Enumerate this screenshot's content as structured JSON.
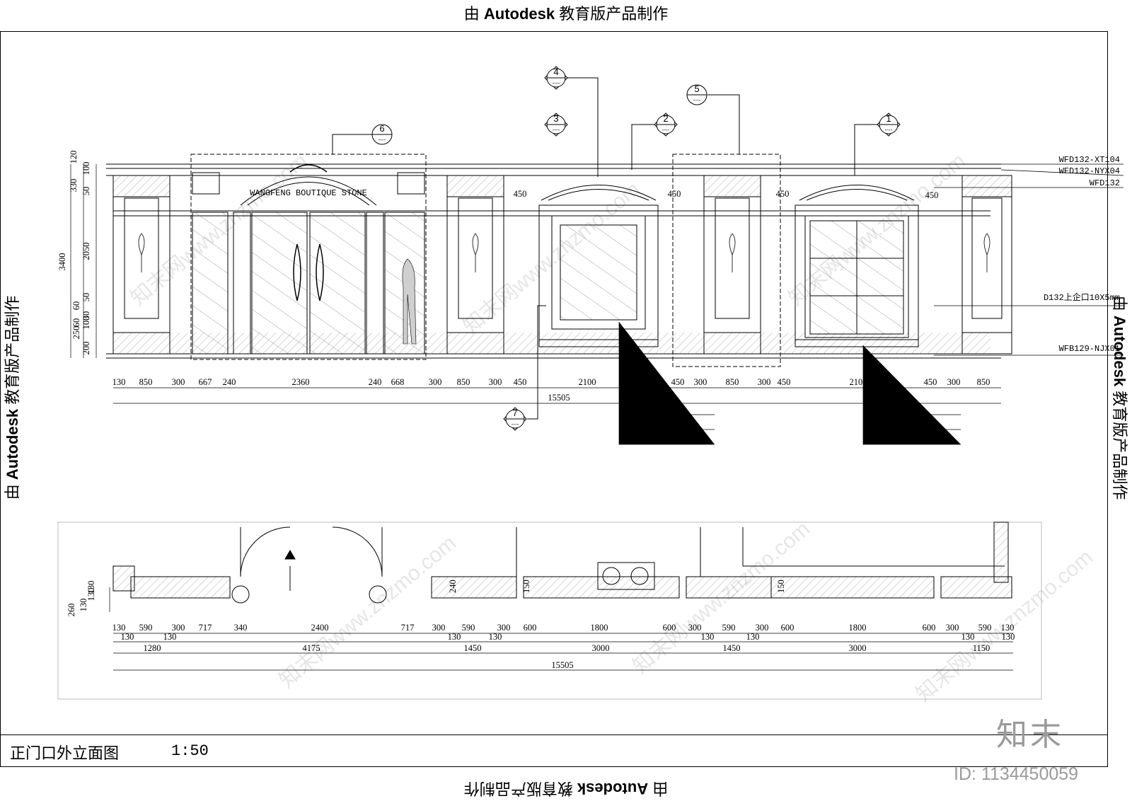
{
  "stamps": {
    "prefix": "由",
    "brand": "Autodesk",
    "suffix": "教育版产品制作"
  },
  "title_block": {
    "title": "正门口外立面图",
    "scale": "1:50"
  },
  "logo": {
    "name": "知末",
    "id": "ID: 1134450059"
  },
  "watermark": "知末网www.znzmo.com",
  "elevation": {
    "sign_text": "WANGFENG BOUTIQUE STONE",
    "callouts": [
      "6",
      "4",
      "3",
      "2",
      "5",
      "1",
      "7"
    ],
    "callout_sub": "----",
    "material_labels": [
      "WFD132-XT104",
      "WFD132-NYX04",
      "WFD132",
      "D132上企口10X5mm",
      "WFB129-NJX01"
    ],
    "left_dims": [
      "120",
      "100",
      "330",
      "50",
      "2050",
      "3400",
      "50",
      "60",
      "30",
      "60",
      "100",
      "250",
      "200"
    ],
    "arch_dims": [
      "450",
      "450",
      "450",
      "450"
    ],
    "bottom_dims": [
      "130",
      "850",
      "300",
      "667",
      "240",
      "2360",
      "240",
      "668",
      "300",
      "850",
      "300",
      "450",
      "2100",
      "450",
      "300",
      "850",
      "300",
      "450",
      "2100",
      "450",
      "300",
      "850"
    ],
    "total": "15505"
  },
  "plan": {
    "left_dims": [
      "130",
      "260",
      "130",
      "130"
    ],
    "small_labels": [
      "240",
      "150",
      "150"
    ],
    "row1": [
      "130",
      "590",
      "300",
      "717",
      "340",
      "2400",
      "717",
      "300",
      "590",
      "300",
      "600",
      "1800",
      "600",
      "300",
      "590",
      "300",
      "600",
      "1800",
      "600",
      "300",
      "590",
      "130"
    ],
    "row2": [
      "130",
      "130",
      "130",
      "130",
      "130",
      "130",
      "130",
      "130"
    ],
    "row3": [
      "1280",
      "4175",
      "1450",
      "3000",
      "1450",
      "3000",
      "1150"
    ],
    "total": "15505"
  }
}
